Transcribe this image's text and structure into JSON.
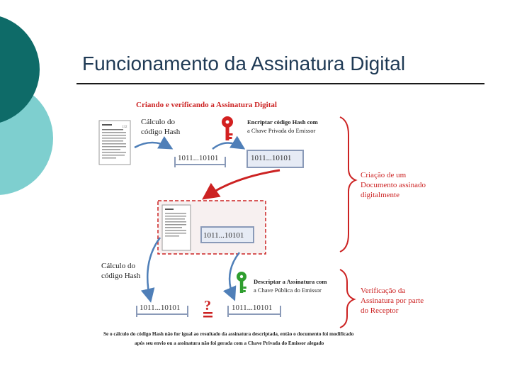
{
  "slide": {
    "title": "Funcionamento da Assinatura Digital"
  },
  "colors": {
    "teal_dark": "#0e6b68",
    "teal_light": "#7ecfcf",
    "title_text": "#1f3a55",
    "diagram_red": "#cc2222",
    "arrow_blue": "#4f7fb8",
    "hash_box_border": "#8a9ab8",
    "key_red": "#d32020",
    "key_green": "#2f9e2f"
  },
  "diagram": {
    "heading": "Criando e verificando a Assinatura Digital",
    "calc_hash_top_line1": "Cálculo do",
    "calc_hash_top_line2": "código Hash",
    "encrypt_line1": "Encriptar código Hash com",
    "encrypt_line2": "a Chave Privada do Emissor",
    "hash_plain_top": "1011...10101",
    "hash_encrypted_top": "1011...10101",
    "hash_signed_doc": "1011...10101",
    "creation_line1": "Criação de um",
    "creation_line2": "Documento assinado",
    "creation_line3": "digitalmente",
    "calc_hash_bottom_line1": "Cálculo do",
    "calc_hash_bottom_line2": "código Hash",
    "decrypt_line1": "Descriptar a Assinatura com",
    "decrypt_line2": "a Chave Pública do Emissor",
    "hash_bottom_left": "1011...10101",
    "hash_bottom_right": "1011...10101",
    "compare_symbol": "?",
    "verify_line1": "Verificação da",
    "verify_line2": "Assinatura por parte",
    "verify_line3": "do Receptor",
    "footer_line1": "Se o cálculo do código Hash não for igual ao resultado da assinatura descriptada, então o documento foi modificado",
    "footer_line2": "após seu envio ou a assinatura não foi gerada com a Chave Privada do Emissor alegado",
    "doc_number": "132"
  }
}
